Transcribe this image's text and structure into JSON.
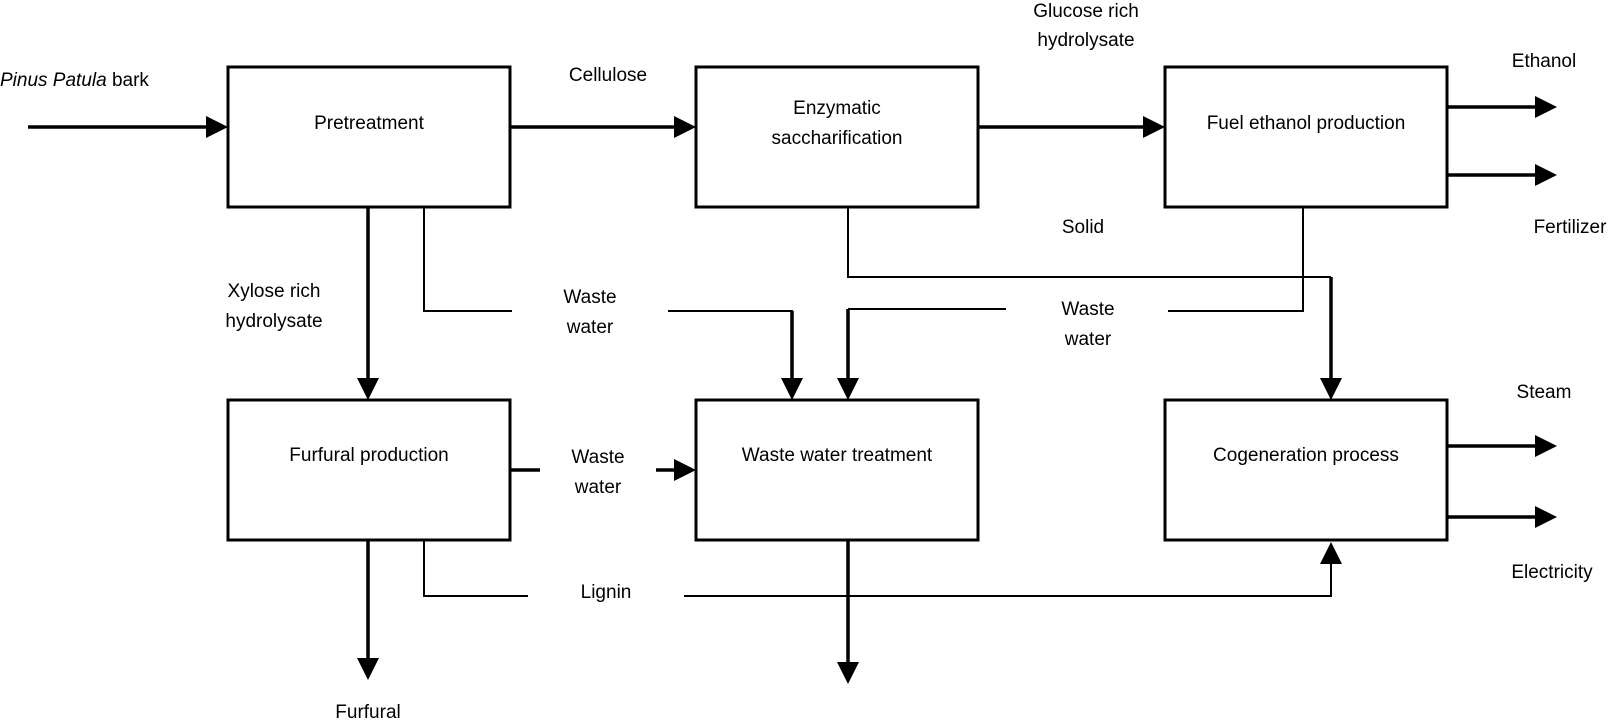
{
  "input": {
    "italic": "Pinus Patula",
    "rest": " bark"
  },
  "boxes": {
    "pretreatment": [
      "Pretreatment"
    ],
    "enzymatic": [
      "Enzymatic",
      "saccharification"
    ],
    "fuel_ethanol": [
      "Fuel ethanol production"
    ],
    "furfural_production": [
      "Furfural production"
    ],
    "waste_water_treatment": [
      "Waste water treatment"
    ],
    "cogeneration": [
      "Cogeneration process"
    ]
  },
  "flows": {
    "cellulose": "Cellulose",
    "glucose": [
      "Glucose rich",
      "hydrolysate"
    ],
    "ethanol": "Ethanol",
    "fertilizer": "Fertilizer",
    "solid": "Solid",
    "xylose": [
      "Xylose rich",
      "hydrolysate"
    ],
    "waste_water_1": [
      "Waste",
      "water"
    ],
    "waste_water_2": [
      "Waste",
      "water"
    ],
    "waste_water_3": [
      "Waste",
      "water"
    ],
    "steam": "Steam",
    "electricity": "Electricity",
    "lignin": "Lignin",
    "furfural": "Furfural"
  }
}
